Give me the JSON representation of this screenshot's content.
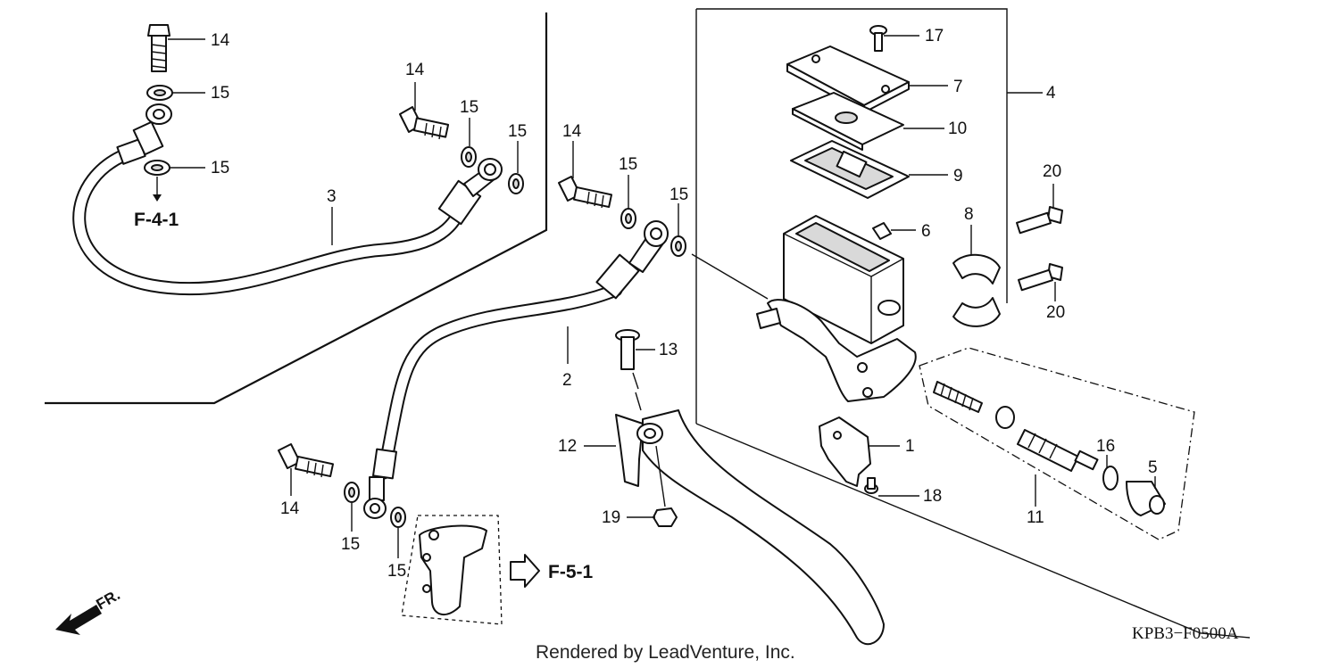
{
  "callouts": [
    {
      "id": "c-14a",
      "text": "14"
    },
    {
      "id": "c-15a",
      "text": "15"
    },
    {
      "id": "c-15b",
      "text": "15"
    },
    {
      "id": "c-14b",
      "text": "14"
    },
    {
      "id": "c-15c",
      "text": "15"
    },
    {
      "id": "c-15d",
      "text": "15"
    },
    {
      "id": "c-3",
      "text": "3"
    },
    {
      "id": "c-14c",
      "text": "14"
    },
    {
      "id": "c-15e",
      "text": "15"
    },
    {
      "id": "c-15f",
      "text": "15"
    },
    {
      "id": "c-2",
      "text": "2"
    },
    {
      "id": "c-13",
      "text": "13"
    },
    {
      "id": "c-12",
      "text": "12"
    },
    {
      "id": "c-19",
      "text": "19"
    },
    {
      "id": "c-14d",
      "text": "14"
    },
    {
      "id": "c-15g",
      "text": "15"
    },
    {
      "id": "c-15h",
      "text": "15"
    },
    {
      "id": "c-17",
      "text": "17"
    },
    {
      "id": "c-7",
      "text": "7"
    },
    {
      "id": "c-4",
      "text": "4"
    },
    {
      "id": "c-10",
      "text": "10"
    },
    {
      "id": "c-9",
      "text": "9"
    },
    {
      "id": "c-6",
      "text": "6"
    },
    {
      "id": "c-8",
      "text": "8"
    },
    {
      "id": "c-20a",
      "text": "20"
    },
    {
      "id": "c-20b",
      "text": "20"
    },
    {
      "id": "c-1",
      "text": "1"
    },
    {
      "id": "c-18",
      "text": "18"
    },
    {
      "id": "c-16",
      "text": "16"
    },
    {
      "id": "c-5",
      "text": "5"
    },
    {
      "id": "c-11",
      "text": "11"
    }
  ],
  "references": {
    "f41": "F-4-1",
    "f51": "F-5-1",
    "front": "FR."
  },
  "diagram_code": "KPB3−F0500A",
  "credit": "Rendered by LeadVenture, Inc."
}
